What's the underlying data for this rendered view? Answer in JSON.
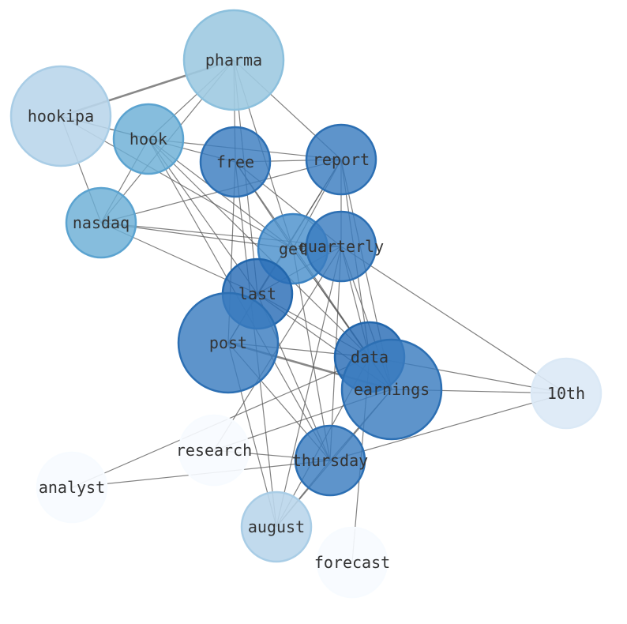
{
  "graph": {
    "nodes": [
      {
        "id": "pharma",
        "label": "pharma",
        "tone": 2
      },
      {
        "id": "hookipa",
        "label": "hookipa",
        "tone": 1
      },
      {
        "id": "hook",
        "label": "hook",
        "tone": 3
      },
      {
        "id": "free",
        "label": "free",
        "tone": 5
      },
      {
        "id": "report",
        "label": "report",
        "tone": 5
      },
      {
        "id": "nasdaq",
        "label": "nasdaq",
        "tone": 3
      },
      {
        "id": "get",
        "label": "get",
        "tone": 4
      },
      {
        "id": "quarterly",
        "label": "quarterly",
        "tone": 5
      },
      {
        "id": "last",
        "label": "last",
        "tone": 6
      },
      {
        "id": "post",
        "label": "post",
        "tone": 5
      },
      {
        "id": "data",
        "label": "data",
        "tone": 6
      },
      {
        "id": "earnings",
        "label": "earnings",
        "tone": 5
      },
      {
        "id": "10th",
        "label": "10th",
        "tone": 0
      },
      {
        "id": "research",
        "label": "research",
        "tone": -1
      },
      {
        "id": "thursday",
        "label": "thursday",
        "tone": 5
      },
      {
        "id": "analyst",
        "label": "analyst",
        "tone": -1
      },
      {
        "id": "august",
        "label": "august",
        "tone": 1
      },
      {
        "id": "forecast",
        "label": "forecast",
        "tone": -1
      }
    ],
    "edges": [
      [
        "pharma",
        "hookipa",
        2
      ],
      [
        "pharma",
        "hook",
        1
      ],
      [
        "pharma",
        "free",
        1
      ],
      [
        "pharma",
        "report",
        1
      ],
      [
        "pharma",
        "nasdaq",
        1
      ],
      [
        "pharma",
        "get",
        1
      ],
      [
        "pharma",
        "last",
        1
      ],
      [
        "hookipa",
        "hook",
        1
      ],
      [
        "hookipa",
        "free",
        1
      ],
      [
        "hookipa",
        "nasdaq",
        1
      ],
      [
        "hookipa",
        "get",
        1
      ],
      [
        "hook",
        "report",
        1
      ],
      [
        "hook",
        "nasdaq",
        1
      ],
      [
        "hook",
        "get",
        1
      ],
      [
        "hook",
        "last",
        1
      ],
      [
        "hook",
        "data",
        1
      ],
      [
        "hook",
        "thursday",
        1
      ],
      [
        "free",
        "report",
        1
      ],
      [
        "free",
        "get",
        1
      ],
      [
        "free",
        "quarterly",
        1
      ],
      [
        "free",
        "post",
        1
      ],
      [
        "free",
        "earnings",
        1
      ],
      [
        "free",
        "august",
        1
      ],
      [
        "report",
        "nasdaq",
        1
      ],
      [
        "report",
        "get",
        1
      ],
      [
        "report",
        "last",
        1
      ],
      [
        "report",
        "quarterly",
        1
      ],
      [
        "report",
        "data",
        1
      ],
      [
        "report",
        "earnings",
        1
      ],
      [
        "report",
        "post",
        1
      ],
      [
        "nasdaq",
        "get",
        1
      ],
      [
        "nasdaq",
        "quarterly",
        1
      ],
      [
        "nasdaq",
        "last",
        1
      ],
      [
        "get",
        "quarterly",
        1
      ],
      [
        "get",
        "data",
        1
      ],
      [
        "get",
        "earnings",
        1
      ],
      [
        "get",
        "thursday",
        1
      ],
      [
        "quarterly",
        "last",
        1
      ],
      [
        "quarterly",
        "data",
        1
      ],
      [
        "quarterly",
        "earnings",
        1
      ],
      [
        "quarterly",
        "10th",
        1
      ],
      [
        "quarterly",
        "research",
        1
      ],
      [
        "quarterly",
        "thursday",
        1
      ],
      [
        "quarterly",
        "august",
        1
      ],
      [
        "last",
        "post",
        1
      ],
      [
        "last",
        "data",
        1
      ],
      [
        "last",
        "earnings",
        1
      ],
      [
        "last",
        "thursday",
        1
      ],
      [
        "post",
        "data",
        1
      ],
      [
        "post",
        "earnings",
        2
      ],
      [
        "post",
        "thursday",
        1
      ],
      [
        "post",
        "august",
        1
      ],
      [
        "data",
        "earnings",
        1
      ],
      [
        "data",
        "10th",
        1
      ],
      [
        "data",
        "analyst",
        1
      ],
      [
        "data",
        "august",
        1
      ],
      [
        "data",
        "forecast",
        1
      ],
      [
        "earnings",
        "10th",
        1
      ],
      [
        "earnings",
        "research",
        1
      ],
      [
        "earnings",
        "thursday",
        1
      ],
      [
        "earnings",
        "august",
        1
      ],
      [
        "10th",
        "thursday",
        1
      ],
      [
        "research",
        "thursday",
        1
      ],
      [
        "analyst",
        "thursday",
        1
      ],
      [
        "thursday",
        "august",
        1
      ]
    ]
  },
  "palette": {
    "-1": {
      "fill": "#f7fbff",
      "stroke": "#f7fbff"
    },
    "0": {
      "fill": "#dbe9f6",
      "stroke": "#dbe9f6"
    },
    "1": {
      "fill": "#bad6eb",
      "stroke": "#a9cde6"
    },
    "2": {
      "fill": "#9ecae1",
      "stroke": "#8cc0dd"
    },
    "3": {
      "fill": "#6baed6",
      "stroke": "#5ba3d0"
    },
    "4": {
      "fill": "#4a90cc",
      "stroke": "#3a82c2"
    },
    "5": {
      "fill": "#3a7cbf",
      "stroke": "#2c6fb3"
    },
    "6": {
      "fill": "#2a6db6",
      "stroke": "#2166ac"
    }
  }
}
